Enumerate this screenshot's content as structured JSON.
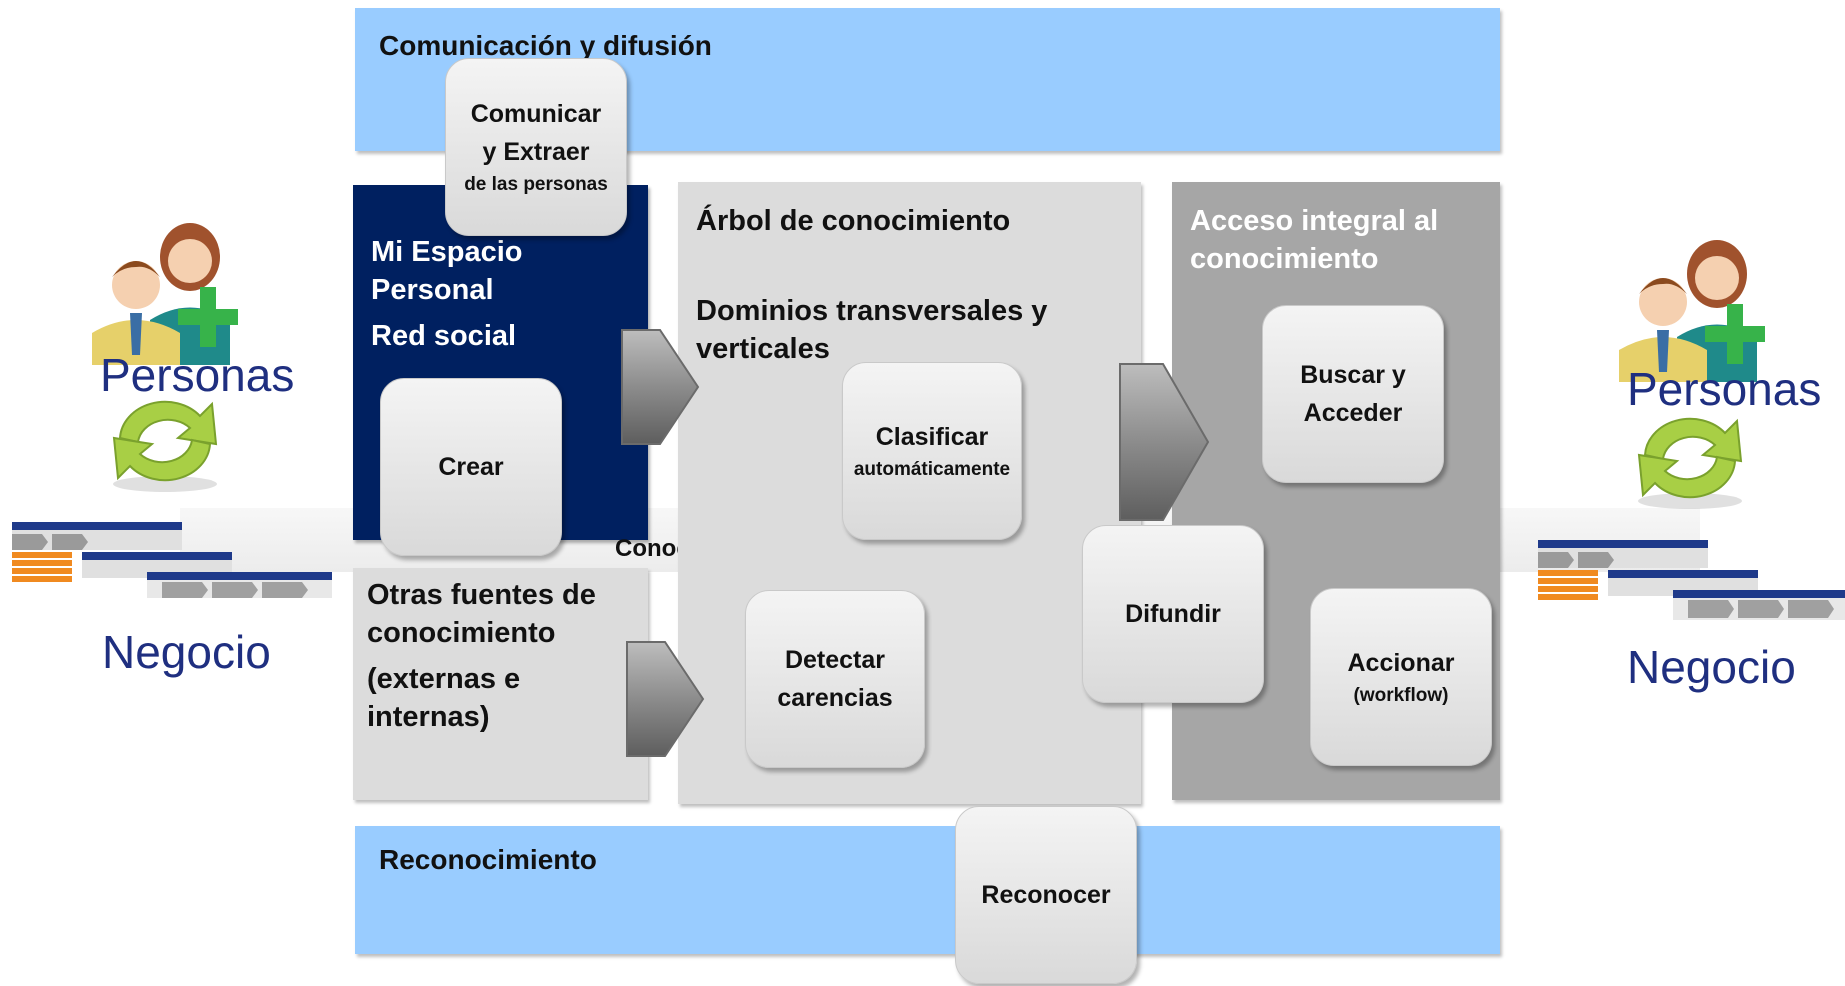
{
  "bands": {
    "top": "Comunicación y difusión",
    "bottom": "Reconocimiento"
  },
  "panels": {
    "personal_line1": "Mi Espacio",
    "personal_line2": "Personal",
    "personal_line3": "Red social",
    "otras_line1": "Otras fuentes de",
    "otras_line2": "conocimiento",
    "otras_line3": "(externas e",
    "otras_line4": "internas)",
    "arbol_title": "Árbol de conocimiento",
    "dominios_line1": "Dominios transversales y",
    "dominios_line2": "verticales",
    "acceso_line1": "Acceso integral al",
    "acceso_line2": "conocimiento",
    "hidden_fragment": "Conoc"
  },
  "boxes": {
    "comunicar": {
      "l1": "Comunicar",
      "l2": "y Extraer",
      "l3": "de las personas"
    },
    "crear": {
      "l1": "Crear"
    },
    "clasificar": {
      "l1": "Clasificar",
      "l2": "automáticamente"
    },
    "detectar": {
      "l1": "Detectar",
      "l2": "carencias"
    },
    "difundir": {
      "l1": "Difundir"
    },
    "buscar": {
      "l1": "Buscar y",
      "l2": "Acceder"
    },
    "accionar": {
      "l1": "Accionar",
      "l2": "(workflow)"
    },
    "reconocer": {
      "l1": "Reconocer"
    }
  },
  "sides": {
    "left_personas": "Personas",
    "left_negocio": "Negocio",
    "right_personas": "Personas",
    "right_negocio": "Negocio"
  },
  "colors": {
    "band": "#99ccff",
    "personal_panel": "#002060",
    "light_panel": "#dcdcdc",
    "dark_panel": "#a6a6a6",
    "side_text": "#1f2f80"
  }
}
